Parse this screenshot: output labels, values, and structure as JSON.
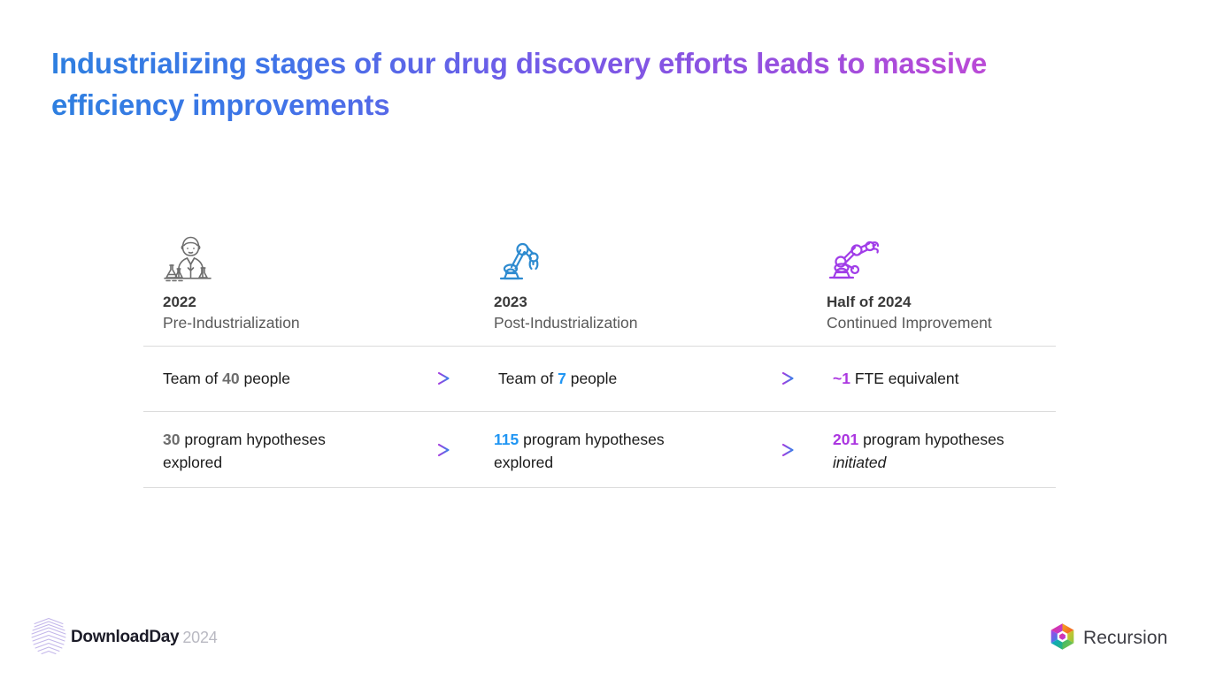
{
  "slide": {
    "title": "Industrializing stages of our drug discovery efforts leads to massive efficiency improvements",
    "title_gradient_from": "#2e7fe0",
    "title_gradient_to": "#c44cd4",
    "background": "#ffffff"
  },
  "columns": [
    {
      "icon": "scientist-icon",
      "icon_color": "#6e6e6e",
      "year": "2022",
      "subtitle": "Pre-Industrialization"
    },
    {
      "icon": "robot-arm-icon",
      "icon_color": "#2e8bd0",
      "year": "2023",
      "subtitle": "Post-Industrialization"
    },
    {
      "icon": "robot-arm-icon",
      "icon_color": "#a03ce8",
      "year": "Half of 2024",
      "subtitle": "Continued Improvement"
    }
  ],
  "rows": [
    {
      "cells": [
        {
          "value": "40",
          "value_color": "#6d6d6d",
          "prefix": "Team of ",
          "suffix": " people",
          "italic_suffix": ""
        },
        {
          "value": "7",
          "value_color": "#2196f3",
          "prefix": "Team of ",
          "suffix": " people",
          "italic_suffix": ""
        },
        {
          "value": "~1",
          "value_color": "#ab36e0",
          "prefix": "",
          "suffix": " FTE equivalent",
          "italic_suffix": ""
        }
      ]
    },
    {
      "cells": [
        {
          "value": "30",
          "value_color": "#6d6d6d",
          "prefix": "",
          "suffix": " program hypotheses",
          "line2": "explored",
          "line2_italic": false
        },
        {
          "value": "115",
          "value_color": "#2196f3",
          "prefix": "",
          "suffix": " program hypotheses",
          "line2": "explored",
          "line2_italic": false
        },
        {
          "value": "201",
          "value_color": "#ab36e0",
          "prefix": "",
          "suffix": " program hypotheses",
          "line2": "initiated",
          "line2_italic": true
        }
      ]
    }
  ],
  "arrows": {
    "count": 4,
    "gradient_from": "#a23ce0",
    "gradient_to": "#3c7ee8",
    "glyph": "arrow-right"
  },
  "footer": {
    "left_logo": {
      "icon": "stacked-layers-icon",
      "icon_color": "#bdaee8",
      "brand": "DownloadDay",
      "year": "2024",
      "brand_color": "#1c1c28",
      "year_color": "#b9b9c2"
    },
    "right_logo": {
      "icon": "recursion-hexagon-icon",
      "brand": "Recursion",
      "brand_color": "#3d3d44"
    }
  }
}
